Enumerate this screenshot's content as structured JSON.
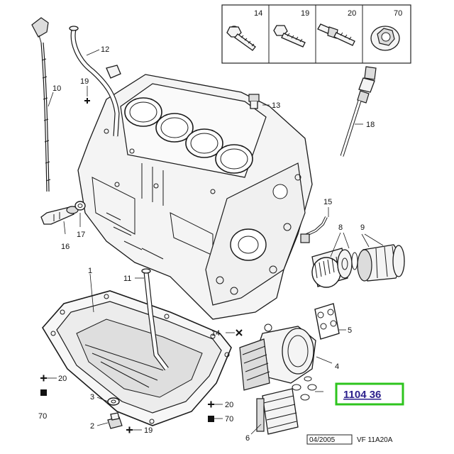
{
  "fasteners_panel": {
    "items": [
      {
        "number": "14"
      },
      {
        "number": "19"
      },
      {
        "number": "20"
      },
      {
        "number": "70"
      }
    ]
  },
  "callouts": {
    "c1": "1",
    "c2": "2",
    "c3": "3",
    "c4": "4",
    "c5": "5",
    "c6": "6",
    "c8": "8",
    "c9": "9",
    "c10": "10",
    "c11": "11",
    "c12": "12",
    "c13": "13",
    "c14": "14",
    "c15": "15",
    "c16": "16",
    "c17": "17",
    "c18": "18",
    "c19a": "19",
    "c19b": "19",
    "c20a": "20",
    "c20b": "20",
    "c70a": "70",
    "c70b": "70"
  },
  "reference_box": {
    "text": "1104 36",
    "border_color": "#2ec41e",
    "text_color": "#2b1f8c"
  },
  "footer": {
    "date": "04/2005",
    "code": "VF 11A20A"
  }
}
